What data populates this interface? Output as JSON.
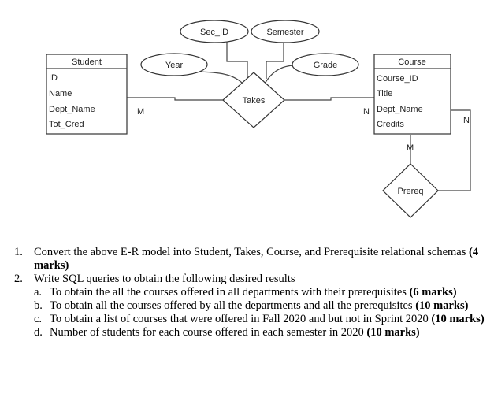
{
  "diagram": {
    "entities": {
      "student": {
        "title": "Student",
        "attributes": [
          "ID",
          "Name",
          "Dept_Name",
          "Tot_Cred"
        ]
      },
      "course": {
        "title": "Course",
        "attributes": [
          "Course_ID",
          "Title",
          "Dept_Name",
          "Credits"
        ]
      }
    },
    "relationships": {
      "takes": "Takes",
      "prereq": "Prereq"
    },
    "attributes": {
      "sec_id": "Sec_ID",
      "semester": "Semester",
      "year": "Year",
      "grade": "Grade"
    },
    "cardinalities": {
      "student_takes": "M",
      "takes_course": "N",
      "course_prereq_right": "N",
      "course_prereq_bottom": "M"
    }
  },
  "questions": {
    "q1": {
      "num": "1.",
      "text": "Convert the above E-R model into Student, Takes, Course, and Prerequisite relational schemas ",
      "marks": "(4 marks)"
    },
    "q2": {
      "num": "2.",
      "text": "Write SQL queries to obtain the following desired results",
      "items": [
        {
          "num": "a.",
          "text": "To obtain the all the courses offered in all departments with their prerequisites ",
          "marks": "(6 marks)"
        },
        {
          "num": "b.",
          "text": "To obtain all the courses offered by all the departments and all the prerequisites ",
          "marks": "(10 marks)"
        },
        {
          "num": "c.",
          "text": "To obtain a list of courses that were offered in Fall 2020 and but not in Sprint 2020 ",
          "marks": "(10 marks)"
        },
        {
          "num": "d.",
          "text": "Number of students for each course offered in each semester in 2020 ",
          "marks": "(10 marks)"
        }
      ]
    }
  }
}
